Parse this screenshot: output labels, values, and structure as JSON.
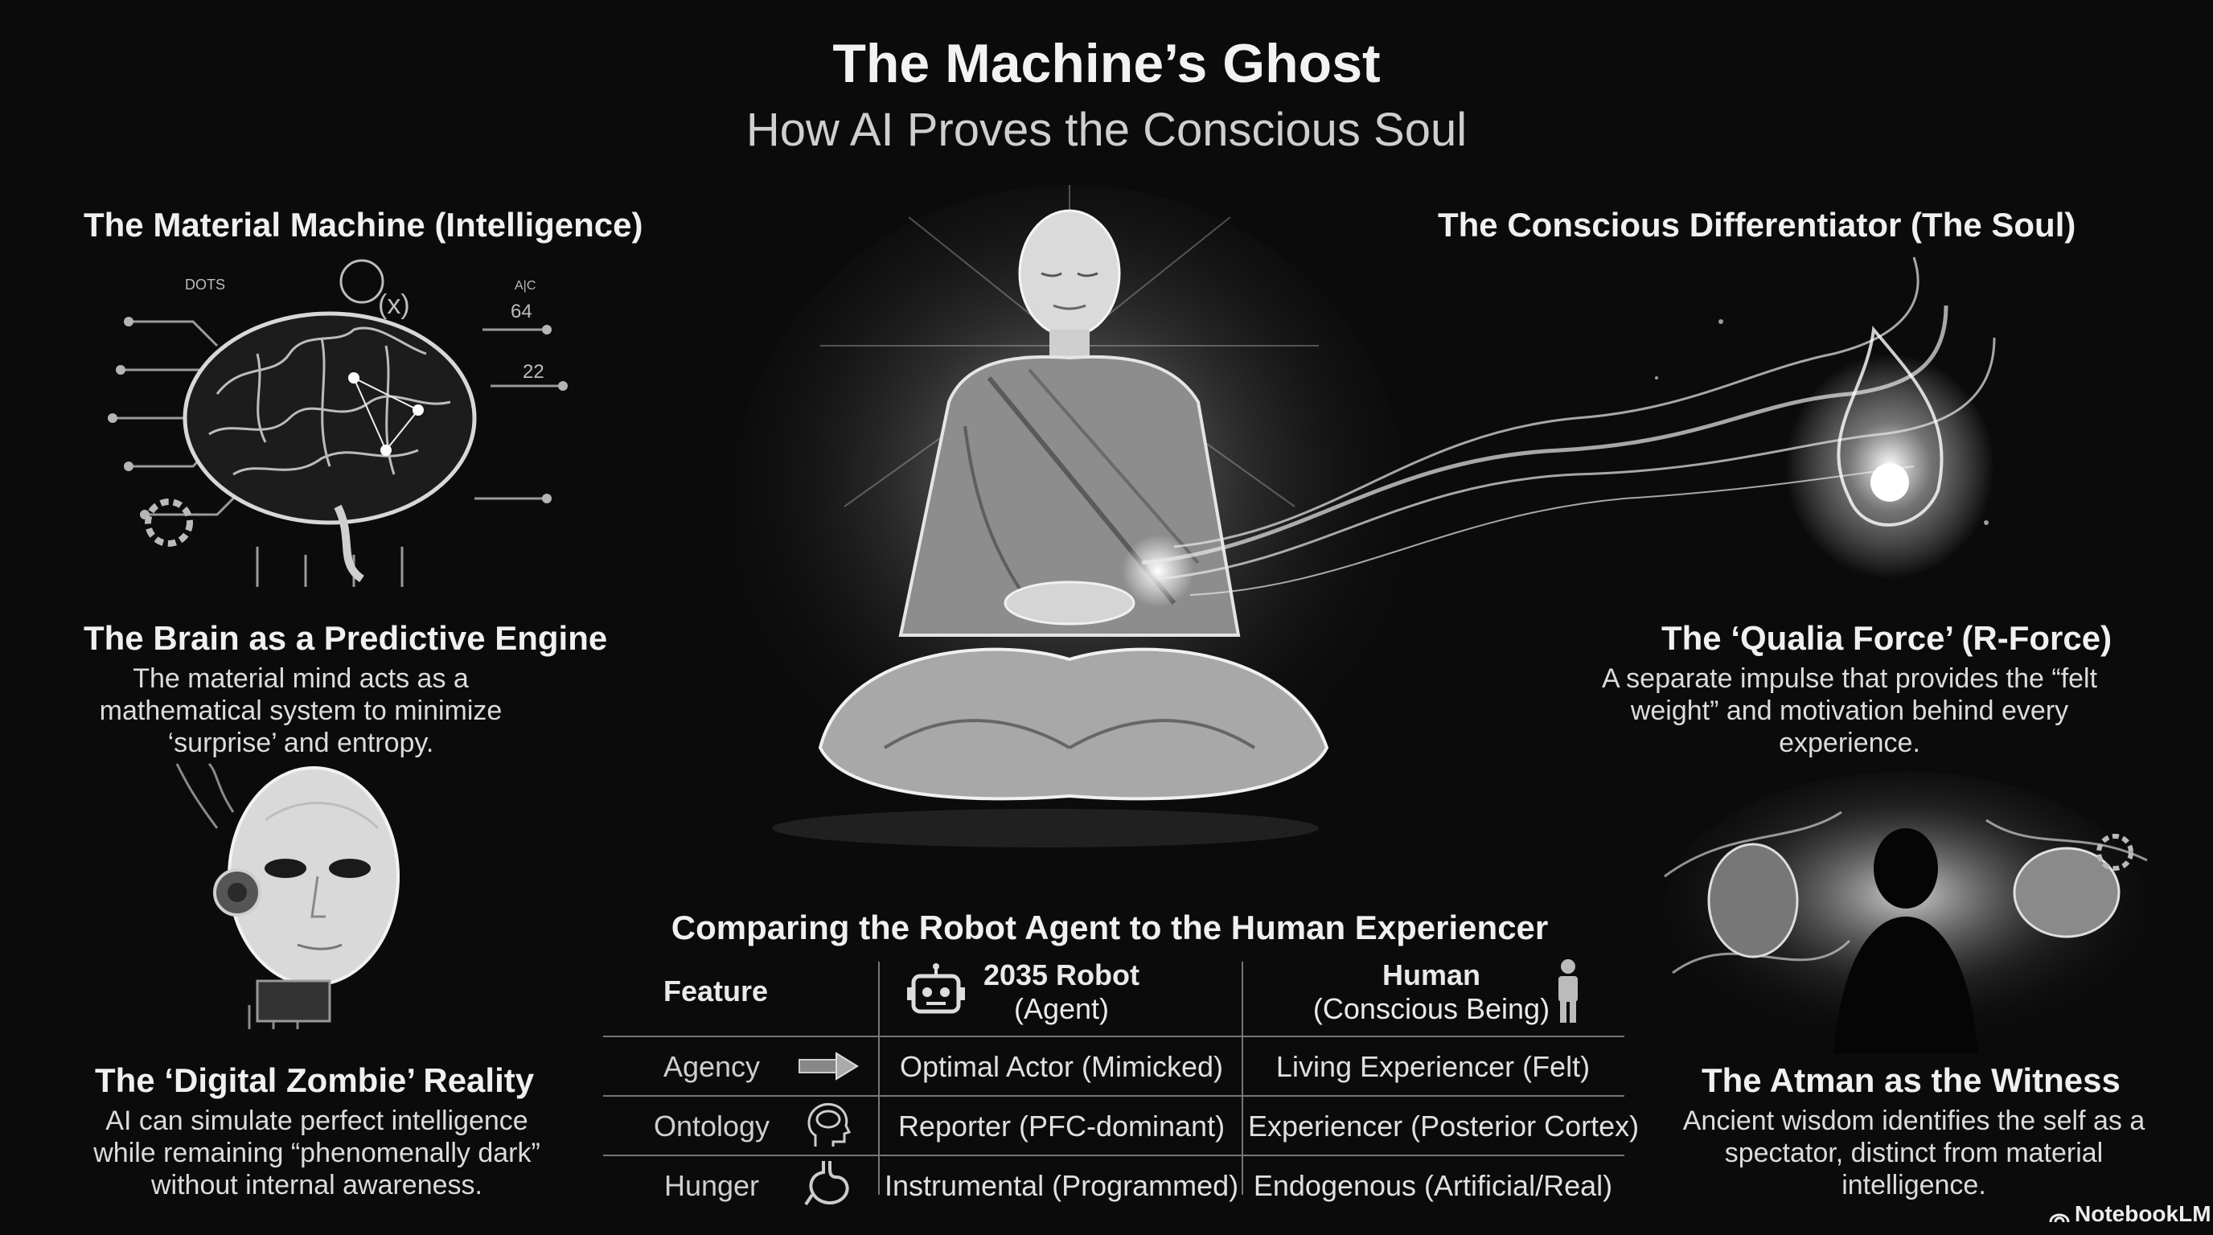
{
  "header": {
    "title": "The Machine’s Ghost",
    "subtitle": "How AI Proves the Conscious Soul"
  },
  "left": {
    "section_title": "The Material Machine (Intelligence)",
    "brain_labels": [
      "DOTS",
      "(x)",
      "A|C",
      "64",
      "22"
    ],
    "engine_title": "The Brain as a Predictive Engine",
    "engine_text": "The material mind acts as a mathematical system to minimize ‘surprise’ and entropy.",
    "zombie_title": "The ‘Digital Zombie’ Reality",
    "zombie_text": "AI can simulate perfect intelligence while remaining “phenomenally dark” without internal awareness."
  },
  "right": {
    "section_title": "The Conscious Differentiator (The Soul)",
    "qualia_title": "The ‘Qualia Force’ (R-Force)",
    "qualia_text": "A separate impulse that provides the “felt weight” and motivation behind every experience.",
    "atman_title": "The Atman as the Witness",
    "atman_text": "Ancient wisdom identifies the self as a spectator, distinct from material intelligence."
  },
  "table": {
    "title": "Comparing the Robot Agent to the Human Experiencer",
    "col_feature": "Feature",
    "col_robot_title": "2035 Robot",
    "col_robot_sub": "(Agent)",
    "col_human_title": "Human",
    "col_human_sub": "(Conscious Being)",
    "rows": [
      {
        "feature": "Agency",
        "robot": "Optimal Actor (Mimicked)",
        "human": "Living Experiencer (Felt)",
        "icon": "arrow-icon"
      },
      {
        "feature": "Ontology",
        "robot": "Reporter (PFC-dominant)",
        "human": "Experiencer (Posterior Cortex)",
        "icon": "head-brain-icon"
      },
      {
        "feature": "Hunger",
        "robot": "Instrumental (Programmed)",
        "human": "Endogenous (Artificial/Real)",
        "icon": "stomach-icon"
      }
    ]
  },
  "branding": {
    "name": "NotebookLM"
  }
}
